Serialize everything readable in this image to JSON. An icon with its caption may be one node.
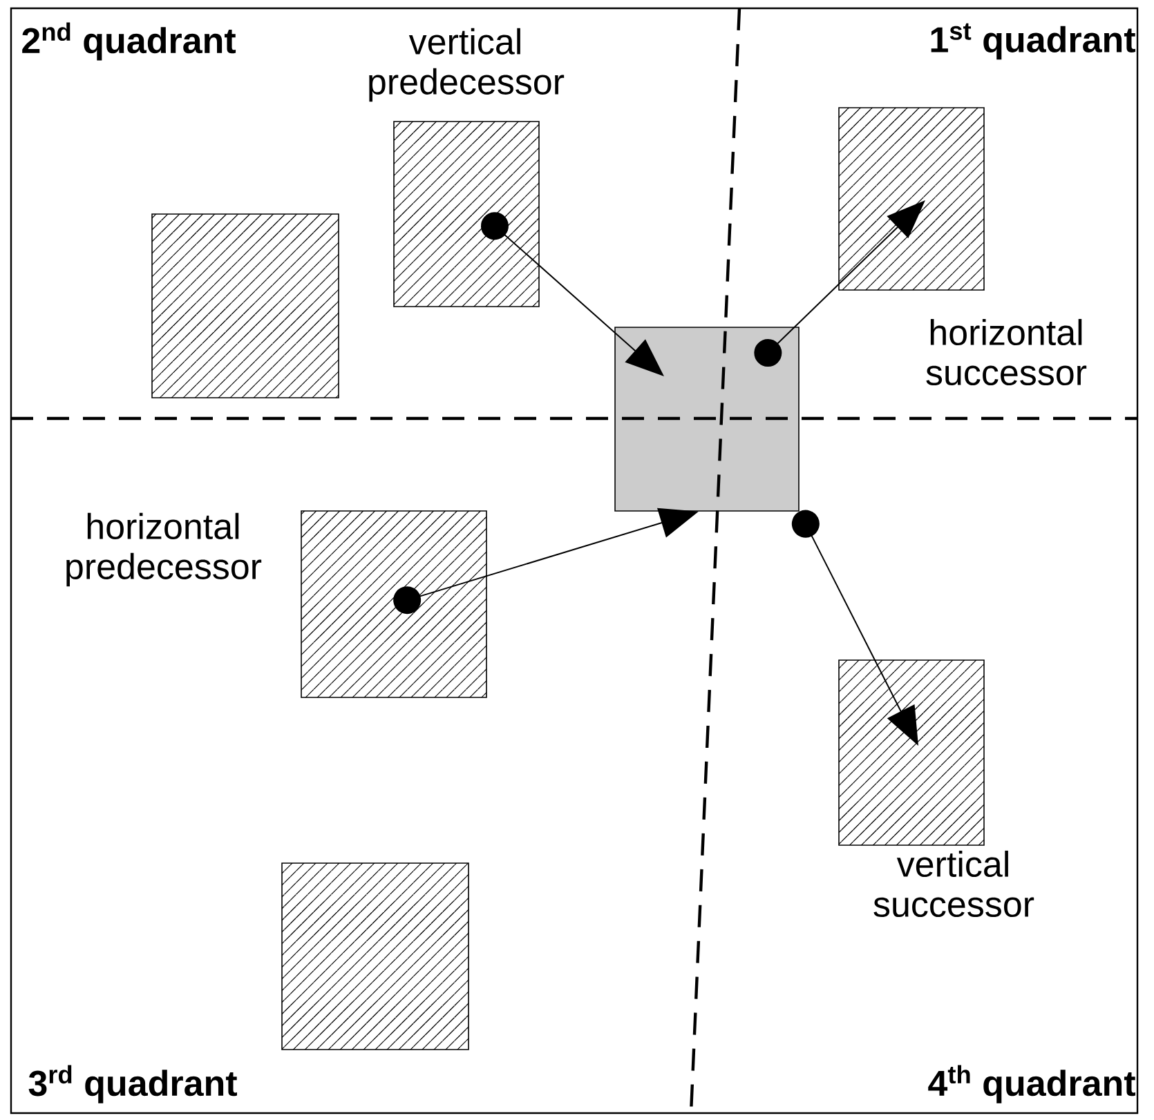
{
  "diagram": {
    "nodes": [
      {
        "text": [],
        "shape": "box"
      },
      {
        "text": [
          "vertical predecessor"
        ]
      },
      {
        "text": [
          "horizontal successor"
        ]
      },
      {
        "text": [],
        "shape": "box"
      },
      {
        "text": [
          "horizontal predecessor"
        ]
      },
      {
        "text": [
          "vertical successor"
        ]
      },
      {
        "text": [],
        "shape": "box"
      }
    ],
    "edges": [
      {
        "from": 1,
        "to": 3,
        "arrow": "to"
      },
      {
        "from": 3,
        "to": 2,
        "arrow": "to"
      },
      {
        "from": 4,
        "to": 3,
        "arrow": "to"
      },
      {
        "from": 3,
        "to": 5,
        "arrow": "to"
      }
    ],
    "labels": [
      "2$^{nd}$ quadrant",
      "1$^{st}$ quadrant",
      "3$^{rd}$ quadrant",
      "4$^{th}$ quadrant"
    ]
  }
}
